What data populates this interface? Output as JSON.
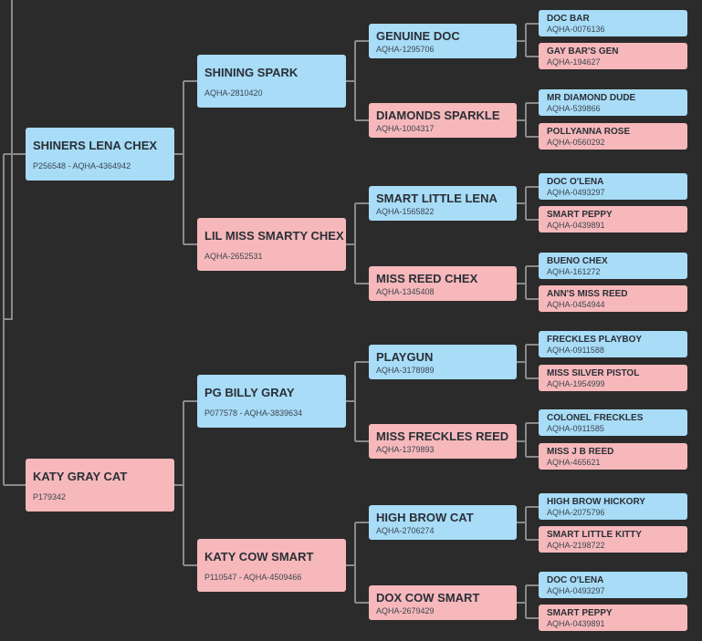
{
  "colors": {
    "background": "#2b2b2b",
    "sire": "#a8dcf7",
    "dam": "#f6b8bb",
    "connector": "#8a8a8a"
  },
  "pedigree": {
    "g1": [
      {
        "name": "SHINERS LENA CHEX",
        "reg": "P256548 - AQHA-4364942",
        "sex": "sire"
      },
      {
        "name": "KATY GRAY CAT",
        "reg": "P179342",
        "sex": "dam"
      }
    ],
    "g2": [
      {
        "name": "SHINING SPARK",
        "reg": "AQHA-2810420",
        "sex": "sire"
      },
      {
        "name": "LIL MISS SMARTY CHEX",
        "reg": "AQHA-2652531",
        "sex": "dam"
      },
      {
        "name": "PG BILLY GRAY",
        "reg": "P077578 - AQHA-3839634",
        "sex": "sire"
      },
      {
        "name": "KATY COW SMART",
        "reg": "P110547 - AQHA-4509466",
        "sex": "dam"
      }
    ],
    "g3": [
      {
        "name": "GENUINE DOC",
        "reg": "AQHA-1295706",
        "sex": "sire"
      },
      {
        "name": "DIAMONDS SPARKLE",
        "reg": "AQHA-1004317",
        "sex": "dam"
      },
      {
        "name": "SMART LITTLE LENA",
        "reg": "AQHA-1565822",
        "sex": "sire"
      },
      {
        "name": "MISS REED CHEX",
        "reg": "AQHA-1345408",
        "sex": "dam"
      },
      {
        "name": "PLAYGUN",
        "reg": "AQHA-3178989",
        "sex": "sire"
      },
      {
        "name": "MISS FRECKLES REED",
        "reg": "AQHA-1379893",
        "sex": "dam"
      },
      {
        "name": "HIGH BROW CAT",
        "reg": "AQHA-2706274",
        "sex": "sire"
      },
      {
        "name": "DOX COW SMART",
        "reg": "AQHA-2679429",
        "sex": "dam"
      }
    ],
    "g4": [
      {
        "name": "DOC BAR",
        "reg": "AQHA-0076136",
        "sex": "sire"
      },
      {
        "name": "GAY BAR'S GEN",
        "reg": "AQHA-194627",
        "sex": "dam"
      },
      {
        "name": "MR DIAMOND DUDE",
        "reg": "AQHA-539866",
        "sex": "sire"
      },
      {
        "name": "POLLYANNA ROSE",
        "reg": "AQHA-0560292",
        "sex": "dam"
      },
      {
        "name": "DOC O'LENA",
        "reg": "AQHA-0493297",
        "sex": "sire"
      },
      {
        "name": "SMART PEPPY",
        "reg": "AQHA-0439891",
        "sex": "dam"
      },
      {
        "name": "BUENO CHEX",
        "reg": "AQHA-161272",
        "sex": "sire"
      },
      {
        "name": "ANN'S MISS REED",
        "reg": "AQHA-0454944",
        "sex": "dam"
      },
      {
        "name": "FRECKLES PLAYBOY",
        "reg": "AQHA-0911588",
        "sex": "sire"
      },
      {
        "name": "MISS SILVER PISTOL",
        "reg": "AQHA-1954999",
        "sex": "dam"
      },
      {
        "name": "COLONEL FRECKLES",
        "reg": "AQHA-0911585",
        "sex": "sire"
      },
      {
        "name": "MISS J B REED",
        "reg": "AQHA-465621",
        "sex": "dam"
      },
      {
        "name": "HIGH BROW HICKORY",
        "reg": "AQHA-2075796",
        "sex": "sire"
      },
      {
        "name": "SMART LITTLE KITTY",
        "reg": "AQHA-2198722",
        "sex": "dam"
      },
      {
        "name": "DOC O'LENA",
        "reg": "AQHA-0493297",
        "sex": "sire"
      },
      {
        "name": "SMART PEPPY",
        "reg": "AQHA-0439891",
        "sex": "dam"
      }
    ]
  }
}
